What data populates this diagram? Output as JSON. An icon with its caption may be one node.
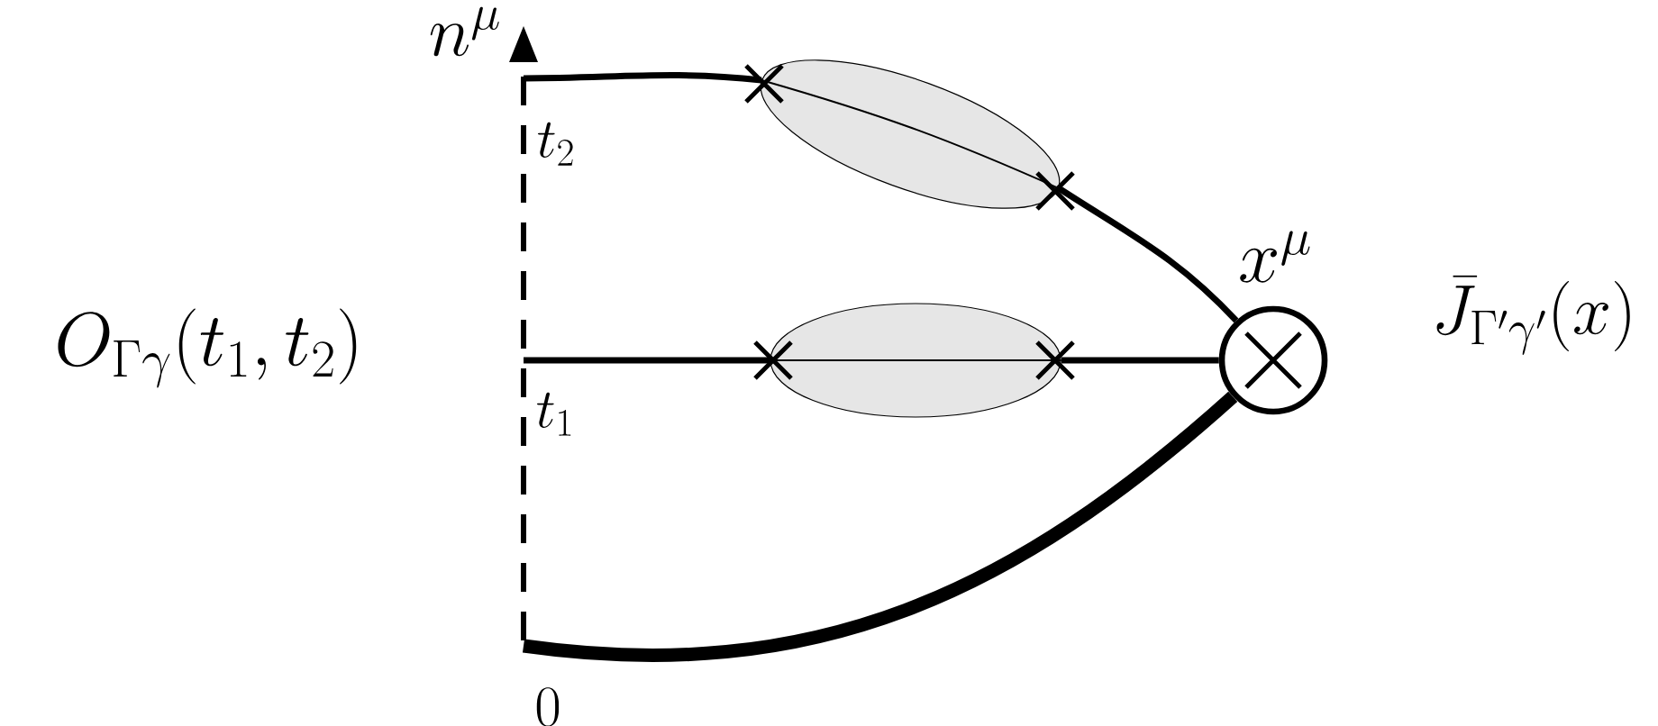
{
  "diagram": {
    "nodes": [
      {
        "text": [],
        "shape": "ellipse"
      },
      {
        "text": [],
        "shape": "ellipse"
      },
      {
        "text": [],
        "shape": "circle",
        "beside": [
          "x^\\mu"
        ]
      }
    ],
    "edges": [
      {
        "from": null,
        "to": 0,
        "arrow": "none"
      },
      {
        "from": 0,
        "to": 2,
        "arrow": "none"
      },
      {
        "from": null,
        "to": 1,
        "arrow": "none"
      },
      {
        "from": 1,
        "to": 2,
        "arrow": "none"
      },
      {
        "from": null,
        "to": 2,
        "arrow": "none",
        "style": "thick"
      }
    ],
    "labels": [
      "n^\\mu",
      "t_2",
      "O_{\\Gamma\\gamma}(t_1, t_2)",
      "\\bar{J}_{\\Gamma'\\gamma'}(x)",
      "t_1",
      "0"
    ]
  }
}
